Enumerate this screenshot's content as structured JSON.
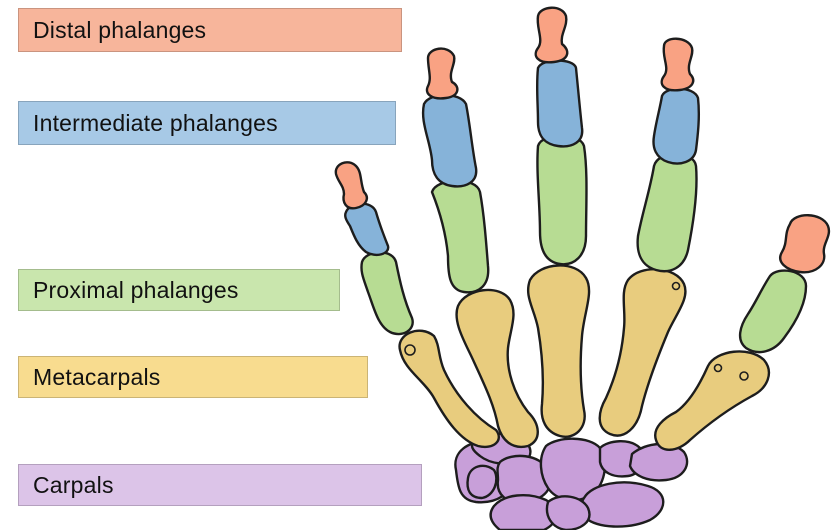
{
  "labels": {
    "distal": "Distal phalanges",
    "intermediate": "Intermediate phalanges",
    "proximal": "Proximal phalanges",
    "metacarpals": "Metacarpals",
    "carpals": "Carpals"
  },
  "colors": {
    "distal": "#f9a283",
    "intermediate": "#86b3d9",
    "proximal": "#b7dc93",
    "metacarpals": "#e8cc7e",
    "carpals": "#c89fd9",
    "distal_box": "#f7b59b",
    "intermediate_box": "#a7c9e6",
    "proximal_box": "#c9e6ad",
    "metacarpals_box": "#f8dc8f",
    "carpals_box": "#dcc4e8",
    "outline": "#1d1d1d"
  }
}
